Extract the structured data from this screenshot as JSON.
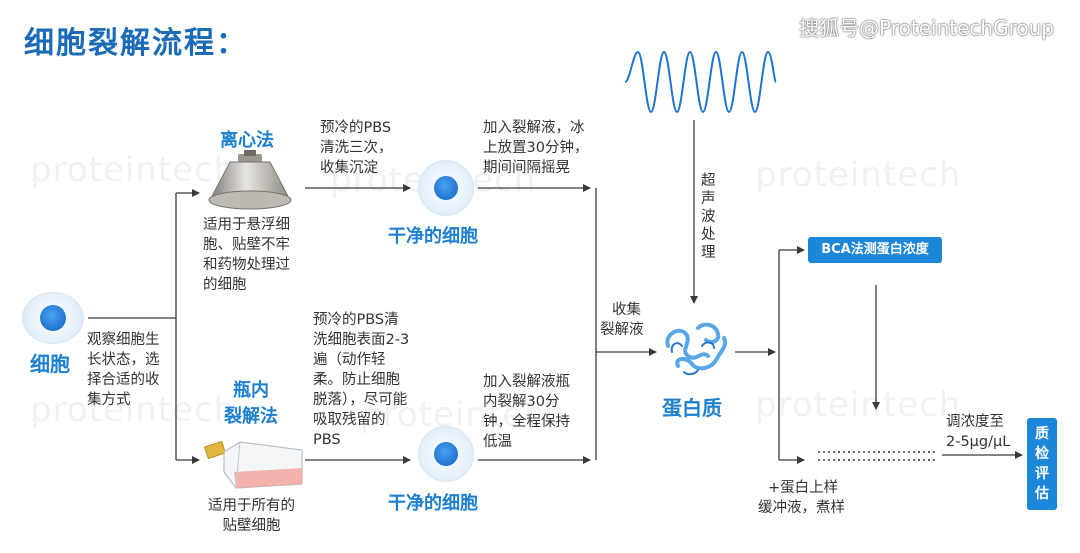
{
  "title": "细胞裂解流程：",
  "watermark": "搜狐号@ProteintechGroup",
  "brand_watermark": "proteintech",
  "cell_label": "细胞",
  "observe_text": [
    "观察细胞生",
    "长状态，选",
    "择合适的收",
    "集方式"
  ],
  "centrifuge": {
    "title": "离心法",
    "desc": [
      "适用于悬浮细",
      "胞、贴壁不牢",
      "和药物处理过",
      "的细胞"
    ],
    "wash": [
      "预冷的PBS",
      "清洗三次，",
      "收集沉淀"
    ],
    "clean_label": "干净的细胞",
    "lysis": [
      "加入裂解液，冰",
      "上放置30分钟，",
      "期间间隔摇晃"
    ]
  },
  "flask": {
    "title_line1": "瓶内",
    "title_line2": "裂解法",
    "desc": [
      "适用于所有的",
      "贴壁细胞"
    ],
    "wash": [
      "预冷的PBS清",
      "洗细胞表面2-3",
      "遍（动作轻",
      "柔。防止细胞",
      "脱落），尽可能",
      "吸取残留的",
      "PBS"
    ],
    "clean_label": "干净的细胞",
    "lysis": [
      "加入裂解液瓶",
      "内裂解30分",
      "钟，全程保持",
      "低温"
    ]
  },
  "collect_label": [
    "收集",
    "裂解液"
  ],
  "ultrasound_label": [
    "超",
    "声",
    "波",
    "处",
    "理"
  ],
  "protein_label": "蛋白质",
  "bca_button": "BCA法测蛋白浓度",
  "loading_label": [
    "+蛋白上样",
    "缓冲液，煮样"
  ],
  "adjust_label": [
    "调浓度至",
    "2-5μg/μL"
  ],
  "quality_box": [
    "质",
    "检",
    "评",
    "估"
  ],
  "colors": {
    "primary_blue": "#1b6bb8",
    "accent_blue": "#1d7fcf",
    "button_blue": "#1c86d9",
    "wire_gray": "#3a3a3a"
  }
}
